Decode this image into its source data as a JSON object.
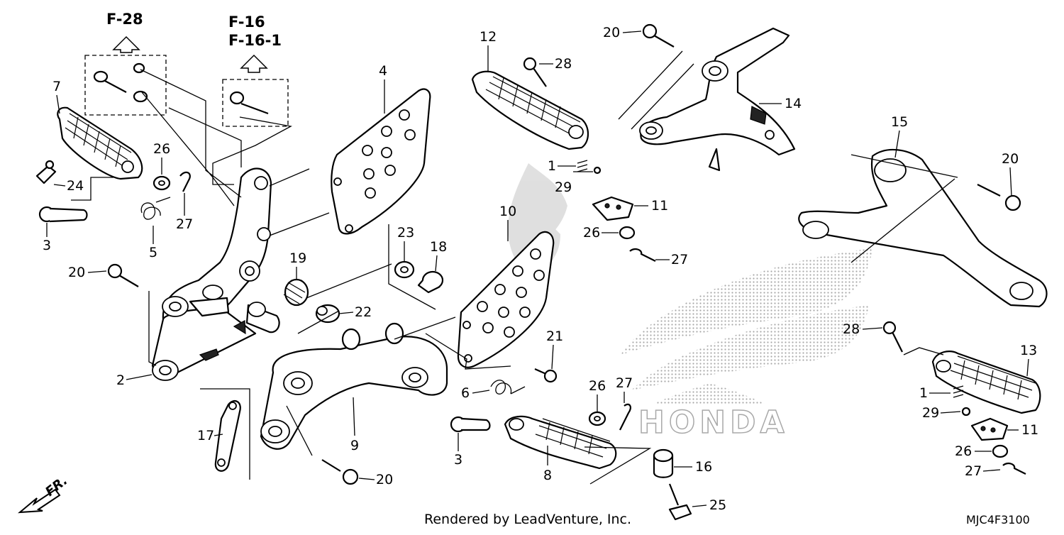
{
  "diagram": {
    "references": [
      {
        "id": "ref-f28",
        "lines": [
          "F-28"
        ]
      },
      {
        "id": "ref-f16",
        "lines": [
          "F-16",
          "F-16-1"
        ]
      }
    ],
    "callouts": {
      "c1a": "1",
      "c1b": "1",
      "c2": "2",
      "c3a": "3",
      "c3b": "3",
      "c4": "4",
      "c5": "5",
      "c6": "6",
      "c7": "7",
      "c8": "8",
      "c9": "9",
      "c10": "10",
      "c11a": "11",
      "c11b": "11",
      "c12": "12",
      "c13": "13",
      "c14": "14",
      "c15": "15",
      "c16": "16",
      "c17": "17",
      "c18": "18",
      "c19": "19",
      "c20a": "20",
      "c20b": "20",
      "c20c": "20",
      "c20d": "20",
      "c21": "21",
      "c22": "22",
      "c23": "23",
      "c24": "24",
      "c25": "25",
      "c26a": "26",
      "c26b": "26",
      "c26c": "26",
      "c26d": "26",
      "c27a": "27",
      "c27b": "27",
      "c27c": "27",
      "c27d": "27",
      "c28a": "28",
      "c28b": "28",
      "c29a": "29",
      "c29b": "29"
    },
    "direction_label": "FR.",
    "watermark_text": "HONDA",
    "footer": "Rendered by LeadVenture, Inc.",
    "diagram_code": "MJC4F3100"
  }
}
